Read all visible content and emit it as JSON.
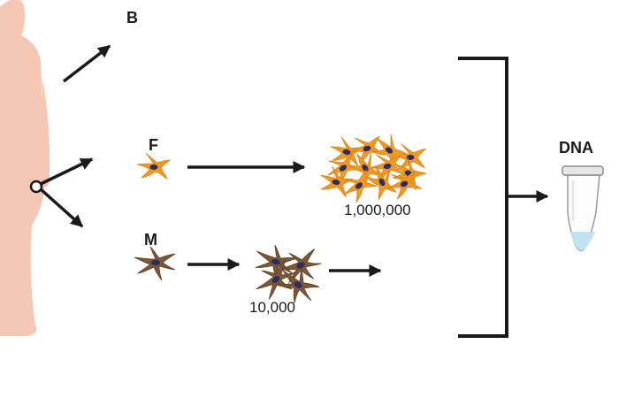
{
  "labels": {
    "b": "B",
    "f": "F",
    "m": "M",
    "dna": "DNA"
  },
  "counts": {
    "fibroblast": "1,000,000",
    "macrophage": "10,000"
  },
  "colors": {
    "skin": "#f5c8b5",
    "fibroblast_cell": "#f39a1e",
    "fibroblast_cell_edge": "#d9800f",
    "macrophage_cell": "#7d5835",
    "nucleus": "#2e2d63",
    "arrow": "#1a1a1a",
    "tube_liquid": "#bfe3ef"
  },
  "icons": [
    "human-body-icon",
    "fibroblast-cell-icon",
    "macrophage-cell-icon",
    "dna-tube-icon"
  ]
}
